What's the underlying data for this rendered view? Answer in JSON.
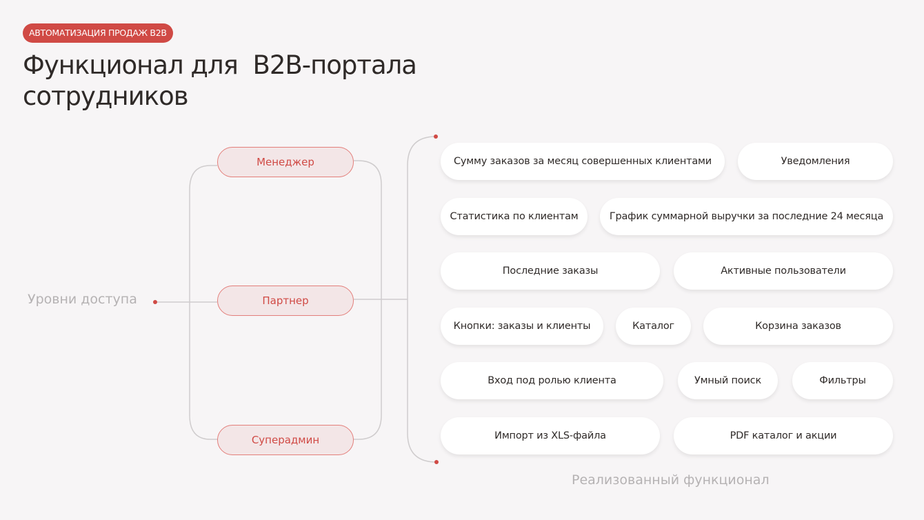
{
  "badge": "АВТОМАТИЗАЦИЯ ПРОДАЖ B2B",
  "title_line1": "Функционал для  B2B-портала",
  "title_line2": "сотрудников",
  "access_label": "Уровни доступа",
  "roles": [
    "Менеджер",
    "Партнер",
    "Суперадмин"
  ],
  "features_label": "Реализованный функционал",
  "features": [
    "Сумму заказов за месяц совершенных клиентами",
    "Уведомления",
    "Статистика по клиентам",
    "График суммарной выручки за последние 24 месяца",
    "Последние заказы",
    "Активные пользователи",
    "Кнопки: заказы и клиенты",
    "Каталог",
    "Корзина заказов",
    "Вход под ролью клиента",
    "Умный поиск",
    "Фильтры",
    "Импорт из XLS-файла",
    "PDF каталог и акции"
  ],
  "colors": {
    "accent": "#d04a45",
    "line": "#cfcccd"
  }
}
